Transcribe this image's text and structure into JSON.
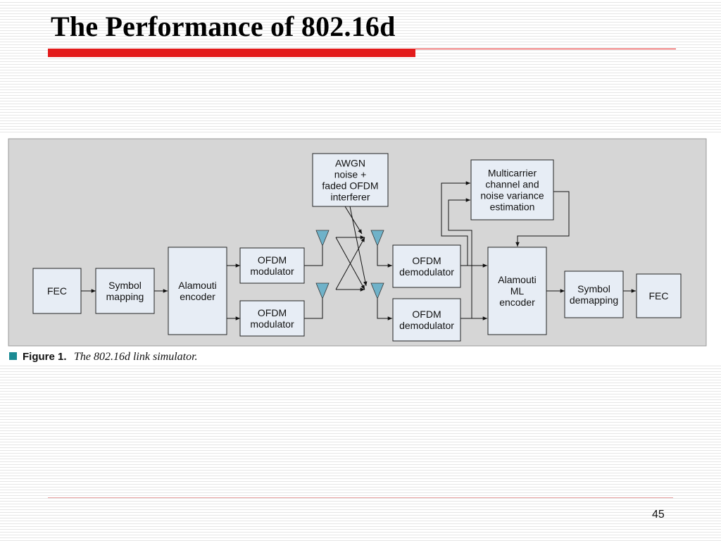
{
  "slide": {
    "title": "The Performance of 802.16d",
    "page_number": "45"
  },
  "diagram": {
    "blocks": {
      "fec_tx": [
        "FEC"
      ],
      "symbol_mapping": [
        "Symbol",
        "mapping"
      ],
      "alamouti_encoder": [
        "Alamouti",
        "encoder"
      ],
      "ofdm_mod_1": [
        "OFDM",
        "modulator"
      ],
      "ofdm_mod_2": [
        "OFDM",
        "modulator"
      ],
      "awgn": [
        "AWGN",
        "noise +",
        "faded OFDM",
        "interferer"
      ],
      "ofdm_demod_1": [
        "OFDM",
        "demodulator"
      ],
      "ofdm_demod_2": [
        "OFDM",
        "demodulator"
      ],
      "multicarrier": [
        "Multicarrier",
        "channel and",
        "noise variance",
        "estimation"
      ],
      "alamouti_ml": [
        "Alamouti",
        "ML",
        "encoder"
      ],
      "symbol_demapping": [
        "Symbol",
        "demapping"
      ],
      "fec_rx": [
        "FEC"
      ]
    },
    "caption": {
      "label": "Figure 1.",
      "text": "The 802.16d link simulator."
    },
    "colors": {
      "panel_background": "#d6d6d6",
      "block_fill": "#e7edf5",
      "antenna": "#6fb2c9",
      "caption_marker": "#1a8a93",
      "title_rule": "#e31b1b"
    }
  }
}
